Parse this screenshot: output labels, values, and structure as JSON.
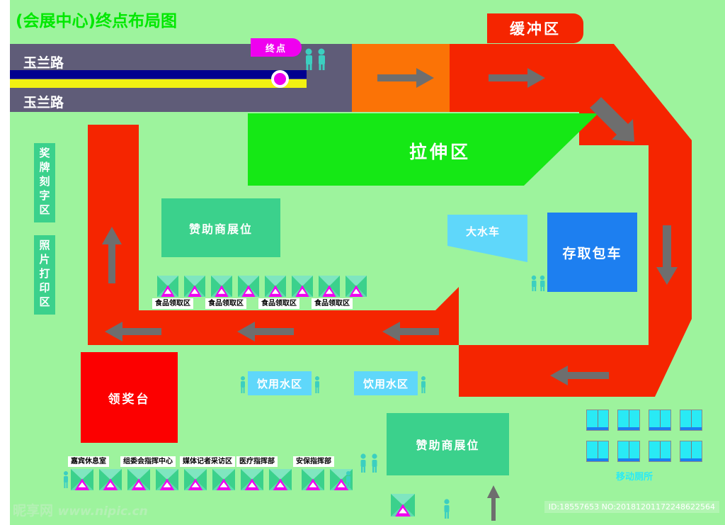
{
  "page": {
    "title": "(会展中心)终点布局图",
    "background_color": "#9df39d",
    "title_color": "#00e800"
  },
  "roads": {
    "top_label": "玉兰路",
    "bottom_label": "玉兰路",
    "road_color": "#5f5c78",
    "stripe_navy_color": "#00008f",
    "stripe_yellow_color": "#f2f211"
  },
  "markers": {
    "finish_label": "终点",
    "finish_color": "#ef00ef",
    "buffer_label": "缓冲区",
    "buffer_color": "#f52500"
  },
  "zones": {
    "stretch": {
      "label": "拉伸区",
      "color": "#15e815"
    },
    "track": {
      "color": "#f52500"
    },
    "orange_segment": {
      "color": "#fb7306"
    },
    "medal_engraving": {
      "label": "奖牌刻字区",
      "color": "#3bd18c"
    },
    "photo_printing": {
      "label": "照片打印区",
      "color": "#3bd18c"
    },
    "sponsor_booth_upper": {
      "label": "赞助商展位",
      "color": "#3bd18c"
    },
    "sponsor_booth_lower": {
      "label": "赞助商展位",
      "color": "#3bd18c"
    },
    "water_truck": {
      "label": "大水车",
      "color": "#5fd7fa"
    },
    "baggage_storage": {
      "label": "存取包车",
      "color": "#1d7ff0"
    },
    "podium": {
      "label": "领奖台",
      "color": "#fc0000"
    },
    "drinking_water_1": {
      "label": "饮用水区",
      "color": "#5fd7fa"
    },
    "drinking_water_2": {
      "label": "饮用水区",
      "color": "#5fd7fa"
    },
    "mobile_toilets": {
      "label": "移动厕所",
      "color": "#29eaf5",
      "count": 8
    }
  },
  "food_tags": [
    "食品领取区",
    "食品领取区",
    "食品领取区",
    "食品领取区"
  ],
  "bottom_tags": [
    "嘉宾休息室",
    "组委会指挥中心",
    "媒体记者采访区",
    "医疗指挥部",
    "安保指挥部"
  ],
  "watermark": {
    "site_name": "昵享网",
    "site_url": "www.nipic.cn",
    "id_text": "ID:18557653 NO:20181201172248622564"
  }
}
